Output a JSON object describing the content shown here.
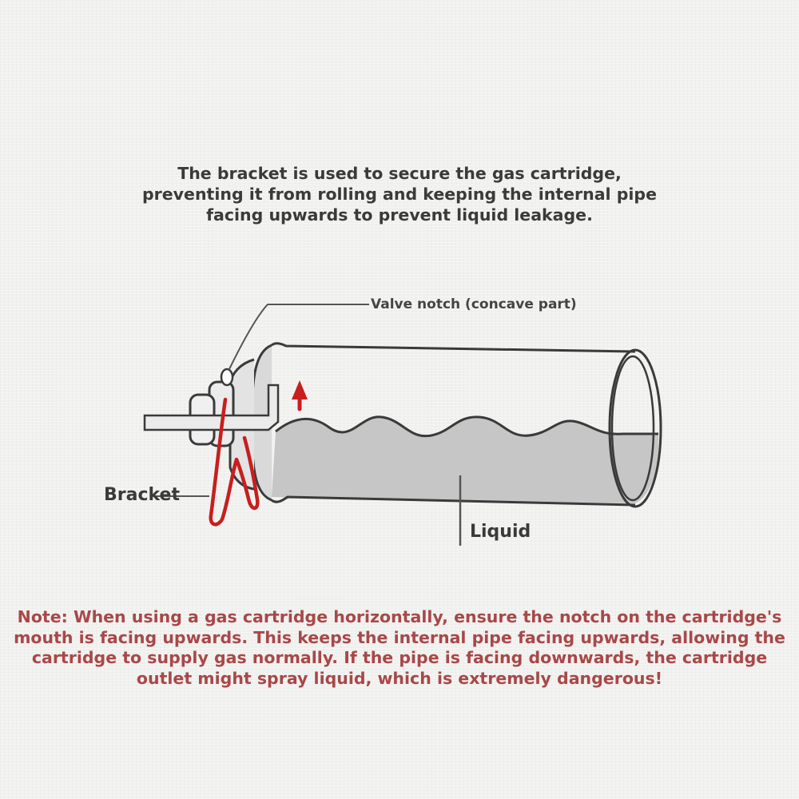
{
  "intro": {
    "lines": [
      "The bracket is used to secure the gas cartridge,",
      "preventing it from rolling and keeping the internal pipe",
      "facing upwards to prevent liquid leakage."
    ]
  },
  "diagram": {
    "labels": {
      "valve_notch": "Valve notch (concave part)",
      "bracket": "Bracket",
      "liquid": "Liquid"
    },
    "colors": {
      "outline": "#3a3a3a",
      "liquid_fill": "#c4c4c4",
      "bracket": "#c81e1e",
      "arrow": "#c81e1e"
    }
  },
  "note": {
    "lines": [
      "Note: When using a gas cartridge horizontally, ensure the notch on the cartridge's",
      "mouth is facing upwards. This keeps the internal pipe facing upwards, allowing the",
      "cartridge to supply gas normally. If the pipe is facing downwards, the cartridge",
      "outlet might spray liquid, which is extremely dangerous!"
    ],
    "color": "#a84848"
  }
}
